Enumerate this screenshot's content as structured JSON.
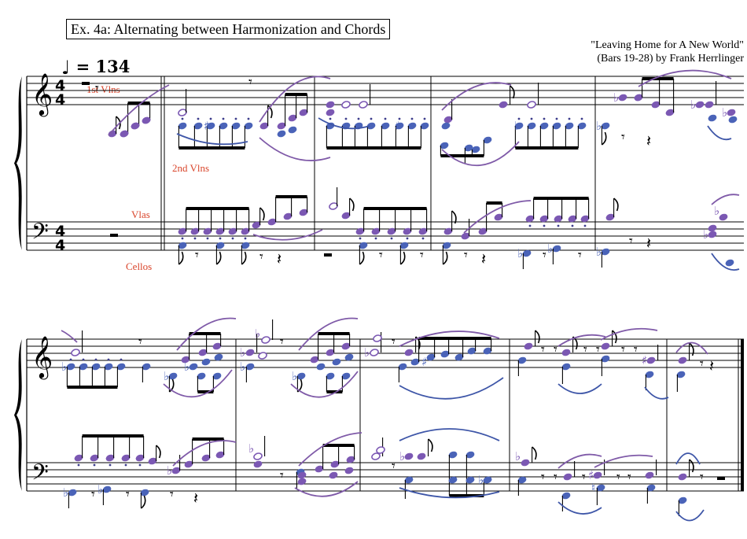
{
  "header": {
    "example_title": "Ex. 4a: Alternating between Harmonization and Chords",
    "piece_title": "\"Leaving Home for A New World\"",
    "piece_subtitle": "(Bars 19-28) by Frank Herrlinger",
    "tempo_glyph": "♩",
    "tempo_text": "= 134"
  },
  "instrument_labels": {
    "violins_1": "1st Vlns",
    "violins_2": "2nd Vlns",
    "violas": "Vlas",
    "cellos": "Cellos"
  },
  "score": {
    "time_signature": "4/4",
    "first_bar": 19,
    "last_bar": 28,
    "colors": {
      "staff": "#000000",
      "label_red": "#d9452b",
      "voice_purple": "#7b58b3",
      "voice_blue": "#4a63b8",
      "slur_purple": "#7f5aa8",
      "slur_blue": "#3e56a8"
    }
  }
}
